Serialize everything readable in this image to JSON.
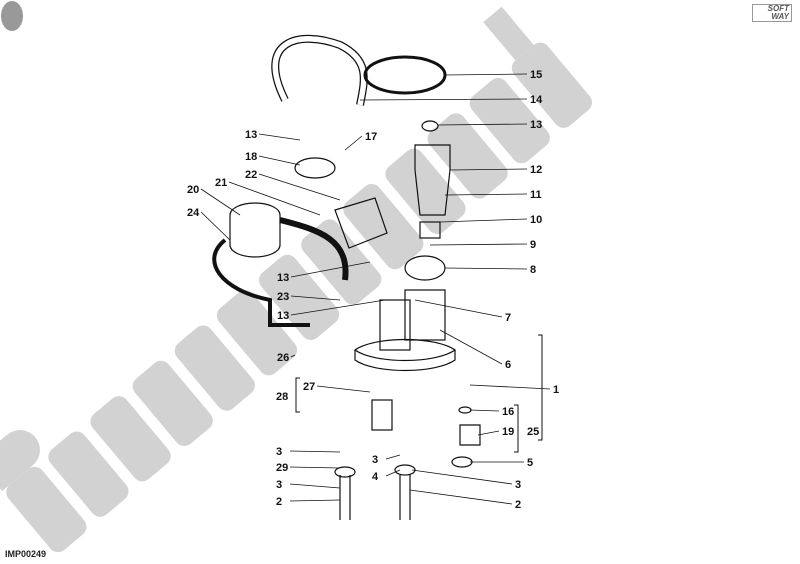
{
  "diagram": {
    "drawing_code": "IMP00249",
    "logo_text": "SOFT WAY",
    "watermark": "PartsRepublik",
    "callouts": [
      "15",
      "14",
      "13",
      "12",
      "11",
      "10",
      "9",
      "8",
      "7",
      "6",
      "1",
      "16",
      "19",
      "25",
      "5",
      "3",
      "2",
      "13",
      "18",
      "17",
      "22",
      "21",
      "20",
      "24",
      "13",
      "23",
      "13",
      "26",
      "27",
      "28",
      "3",
      "29",
      "3",
      "2",
      "3",
      "4"
    ]
  },
  "colors": {
    "line": "#111111",
    "watermark": "#c8c8c8"
  }
}
